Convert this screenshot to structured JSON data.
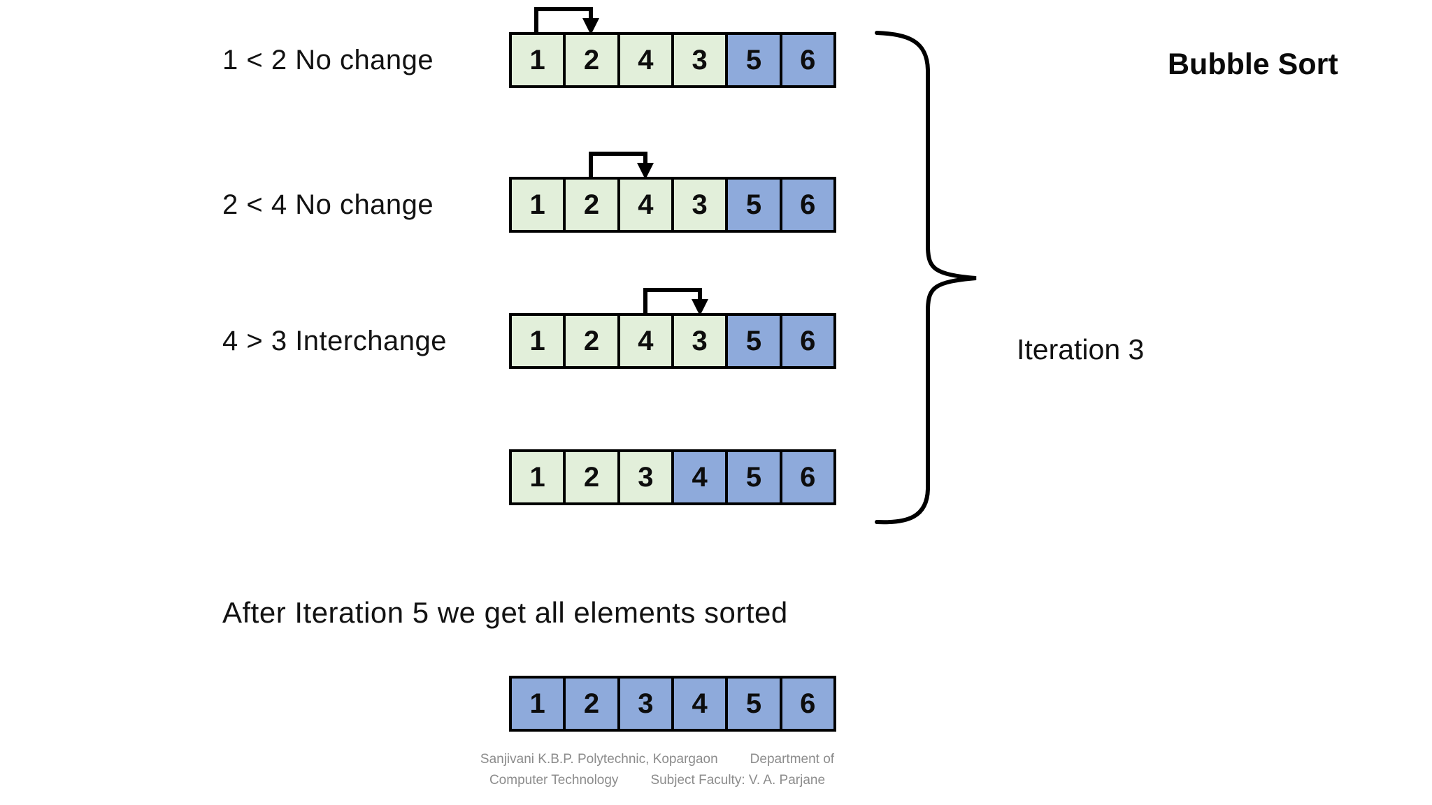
{
  "slide_title": "Bubble Sort",
  "iteration": {
    "brace_label": "Iteration 3"
  },
  "colors": {
    "unsorted_cell": "#e2efda",
    "sorted_cell": "#8eaadb",
    "border": "#000000",
    "footer_text": "#8c8c8c"
  },
  "steps": [
    {
      "label": "1 < 2 No change",
      "comparison": {
        "from_index": 0,
        "to_index": 1
      },
      "cells": [
        {
          "value": "1",
          "state": "unsorted"
        },
        {
          "value": "2",
          "state": "unsorted"
        },
        {
          "value": "4",
          "state": "unsorted"
        },
        {
          "value": "3",
          "state": "unsorted"
        },
        {
          "value": "5",
          "state": "sorted"
        },
        {
          "value": "6",
          "state": "sorted"
        }
      ]
    },
    {
      "label": "2 < 4 No change",
      "comparison": {
        "from_index": 1,
        "to_index": 2
      },
      "cells": [
        {
          "value": "1",
          "state": "unsorted"
        },
        {
          "value": "2",
          "state": "unsorted"
        },
        {
          "value": "4",
          "state": "unsorted"
        },
        {
          "value": "3",
          "state": "unsorted"
        },
        {
          "value": "5",
          "state": "sorted"
        },
        {
          "value": "6",
          "state": "sorted"
        }
      ]
    },
    {
      "label": "4 > 3 Interchange",
      "comparison": {
        "from_index": 2,
        "to_index": 3
      },
      "cells": [
        {
          "value": "1",
          "state": "unsorted"
        },
        {
          "value": "2",
          "state": "unsorted"
        },
        {
          "value": "4",
          "state": "unsorted"
        },
        {
          "value": "3",
          "state": "unsorted"
        },
        {
          "value": "5",
          "state": "sorted"
        },
        {
          "value": "6",
          "state": "sorted"
        }
      ]
    },
    {
      "label": "",
      "comparison": null,
      "cells": [
        {
          "value": "1",
          "state": "unsorted"
        },
        {
          "value": "2",
          "state": "unsorted"
        },
        {
          "value": "3",
          "state": "unsorted"
        },
        {
          "value": "4",
          "state": "sorted"
        },
        {
          "value": "5",
          "state": "sorted"
        },
        {
          "value": "6",
          "state": "sorted"
        }
      ]
    }
  ],
  "conclusion_text": "After Iteration 5 we get all elements sorted",
  "result": {
    "cells": [
      {
        "value": "1",
        "state": "sorted"
      },
      {
        "value": "2",
        "state": "sorted"
      },
      {
        "value": "3",
        "state": "sorted"
      },
      {
        "value": "4",
        "state": "sorted"
      },
      {
        "value": "5",
        "state": "sorted"
      },
      {
        "value": "6",
        "state": "sorted"
      }
    ]
  },
  "footer": {
    "segment1": "Sanjivani K.B.P. Polytechnic, Kopargaon",
    "segment2": "Department of",
    "segment3": "Computer Technology",
    "segment4": "Subject Faculty: V. A. Parjane"
  }
}
